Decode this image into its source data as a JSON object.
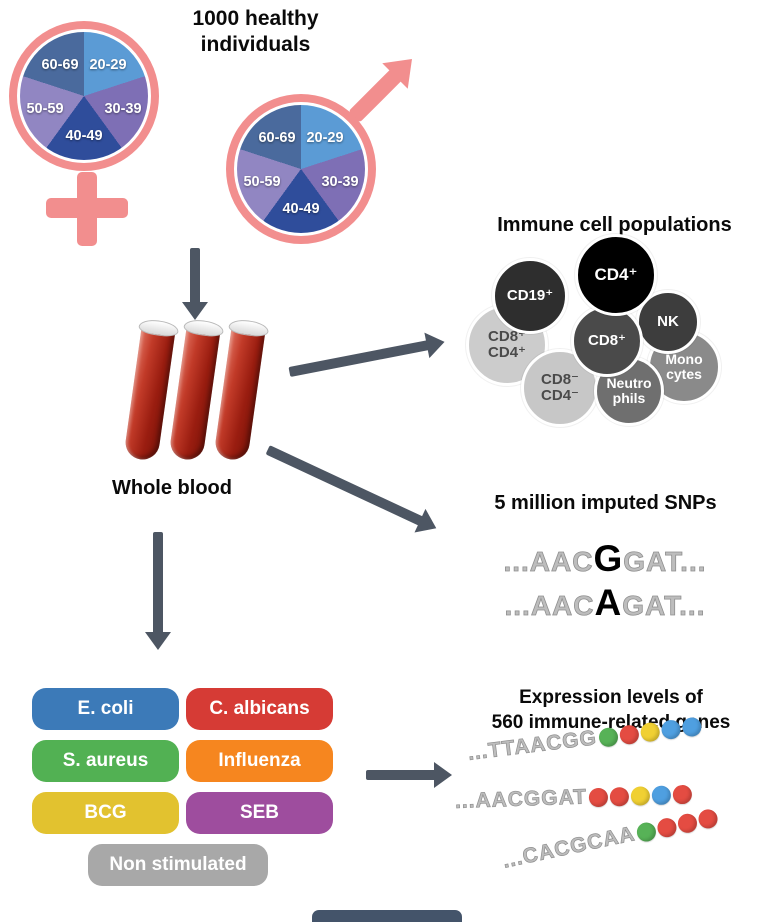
{
  "cohort": {
    "title": "1000 healthy\nindividuals",
    "age_groups": [
      "20-29",
      "30-39",
      "40-49",
      "50-59",
      "60-69"
    ],
    "pie_colors": [
      "#5b9bd5",
      "#7e6fb5",
      "#2f4d9b",
      "#9186c2",
      "#4a6a9d"
    ],
    "symbol_color": "#f28e8e"
  },
  "blood": {
    "label": "Whole blood"
  },
  "immune_cells": {
    "title": "Immune cell populations",
    "items": [
      {
        "label": "CD19⁺",
        "color": "#2e2e2e",
        "text_color": "#ffffff"
      },
      {
        "label": "CD4⁺",
        "color": "#000000",
        "text_color": "#ffffff"
      },
      {
        "label": "NK",
        "color": "#3d3d3d",
        "text_color": "#ffffff"
      },
      {
        "label": "CD8⁺",
        "color": "#4a4a4a",
        "text_color": "#ffffff"
      },
      {
        "label": "CD8⁺\nCD4⁺",
        "color": "#cccccc",
        "text_color": "#4a4a4a"
      },
      {
        "label": "Mono\ncytes",
        "color": "#8a8a8a",
        "text_color": "#ffffff"
      },
      {
        "label": "CD8⁻\nCD4⁻",
        "color": "#c7c7c7",
        "text_color": "#4a4a4a"
      },
      {
        "label": "Neutro\nphils",
        "color": "#6f6f6f",
        "text_color": "#ffffff"
      }
    ]
  },
  "snps": {
    "title": "5 million imputed SNPs",
    "lines": [
      {
        "pre": "...AAC",
        "variant": "G",
        "post": "GAT..."
      },
      {
        "pre": "...AAC",
        "variant": "A",
        "post": "GAT..."
      }
    ]
  },
  "stimuli": {
    "items": [
      {
        "label": "E. coli",
        "color": "#3c7ab8"
      },
      {
        "label": "C. albicans",
        "color": "#d63b35"
      },
      {
        "label": "S. aureus",
        "color": "#52b153"
      },
      {
        "label": "Influenza",
        "color": "#f6861f"
      },
      {
        "label": "BCG",
        "color": "#e2c22f"
      },
      {
        "label": "SEB",
        "color": "#9e4d9e"
      },
      {
        "label": "Non stimulated",
        "color": "#a8a8a8"
      }
    ]
  },
  "expression": {
    "title": "Expression levels of\n560 immune-related genes",
    "rows": [
      {
        "seq": "...TTAACGG",
        "dots": [
          "#57b257",
          "#e44c42",
          "#f0d033",
          "#4f9fe0",
          "#4f9fe0"
        ]
      },
      {
        "seq": "...AACGGAT",
        "dots": [
          "#e44c42",
          "#e44c42",
          "#f0d033",
          "#4f9fe0",
          "#e44c42"
        ]
      },
      {
        "seq": "...CACGCAA",
        "dots": [
          "#57b257",
          "#e44c42",
          "#e44c42",
          "#e44c42"
        ]
      }
    ]
  }
}
